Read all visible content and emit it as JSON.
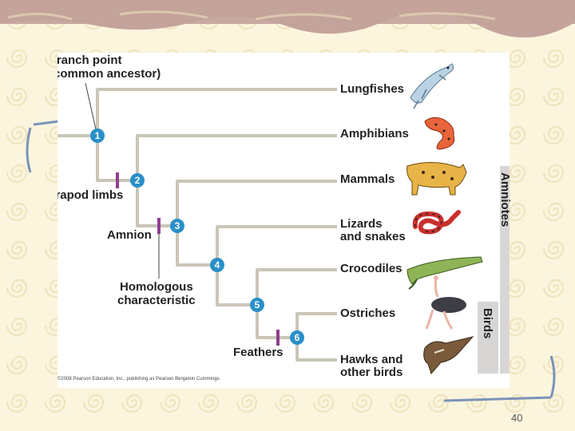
{
  "labels": {
    "branch_point": "Branch point",
    "common_ancestor": "(common ancestor)",
    "tetrapod_limbs": "Tetrapod limbs",
    "amnion": "Amnion",
    "homologous": "Homologous",
    "characteristic": "characteristic",
    "feathers": "Feathers"
  },
  "nodes": [
    "1",
    "2",
    "3",
    "4",
    "5",
    "6"
  ],
  "taxa": {
    "lungfishes": "Lungfishes",
    "amphibians": "Amphibians",
    "mammals": "Mammals",
    "lizards_1": "Lizards",
    "lizards_2": "and snakes",
    "crocodiles": "Crocodiles",
    "ostriches": "Ostriches",
    "hawks_1": "Hawks and",
    "hawks_2": "other birds"
  },
  "groups": {
    "amniotes": "Amniotes",
    "birds": "Birds"
  },
  "copyright": "©2008 Pearson Education, Inc., publishing as Pearson Benjamin Cummings.",
  "slide_number": "40",
  "colors": {
    "branch": "#c9c6b8",
    "node": "#2a8fc9",
    "trait_mark": "#8e3f8e",
    "background": "#fbf5de"
  },
  "icons": [
    "lungfish-icon",
    "salamander-icon",
    "ocelot-icon",
    "snake-icon",
    "crocodile-icon",
    "ostrich-icon",
    "hawk-icon"
  ]
}
